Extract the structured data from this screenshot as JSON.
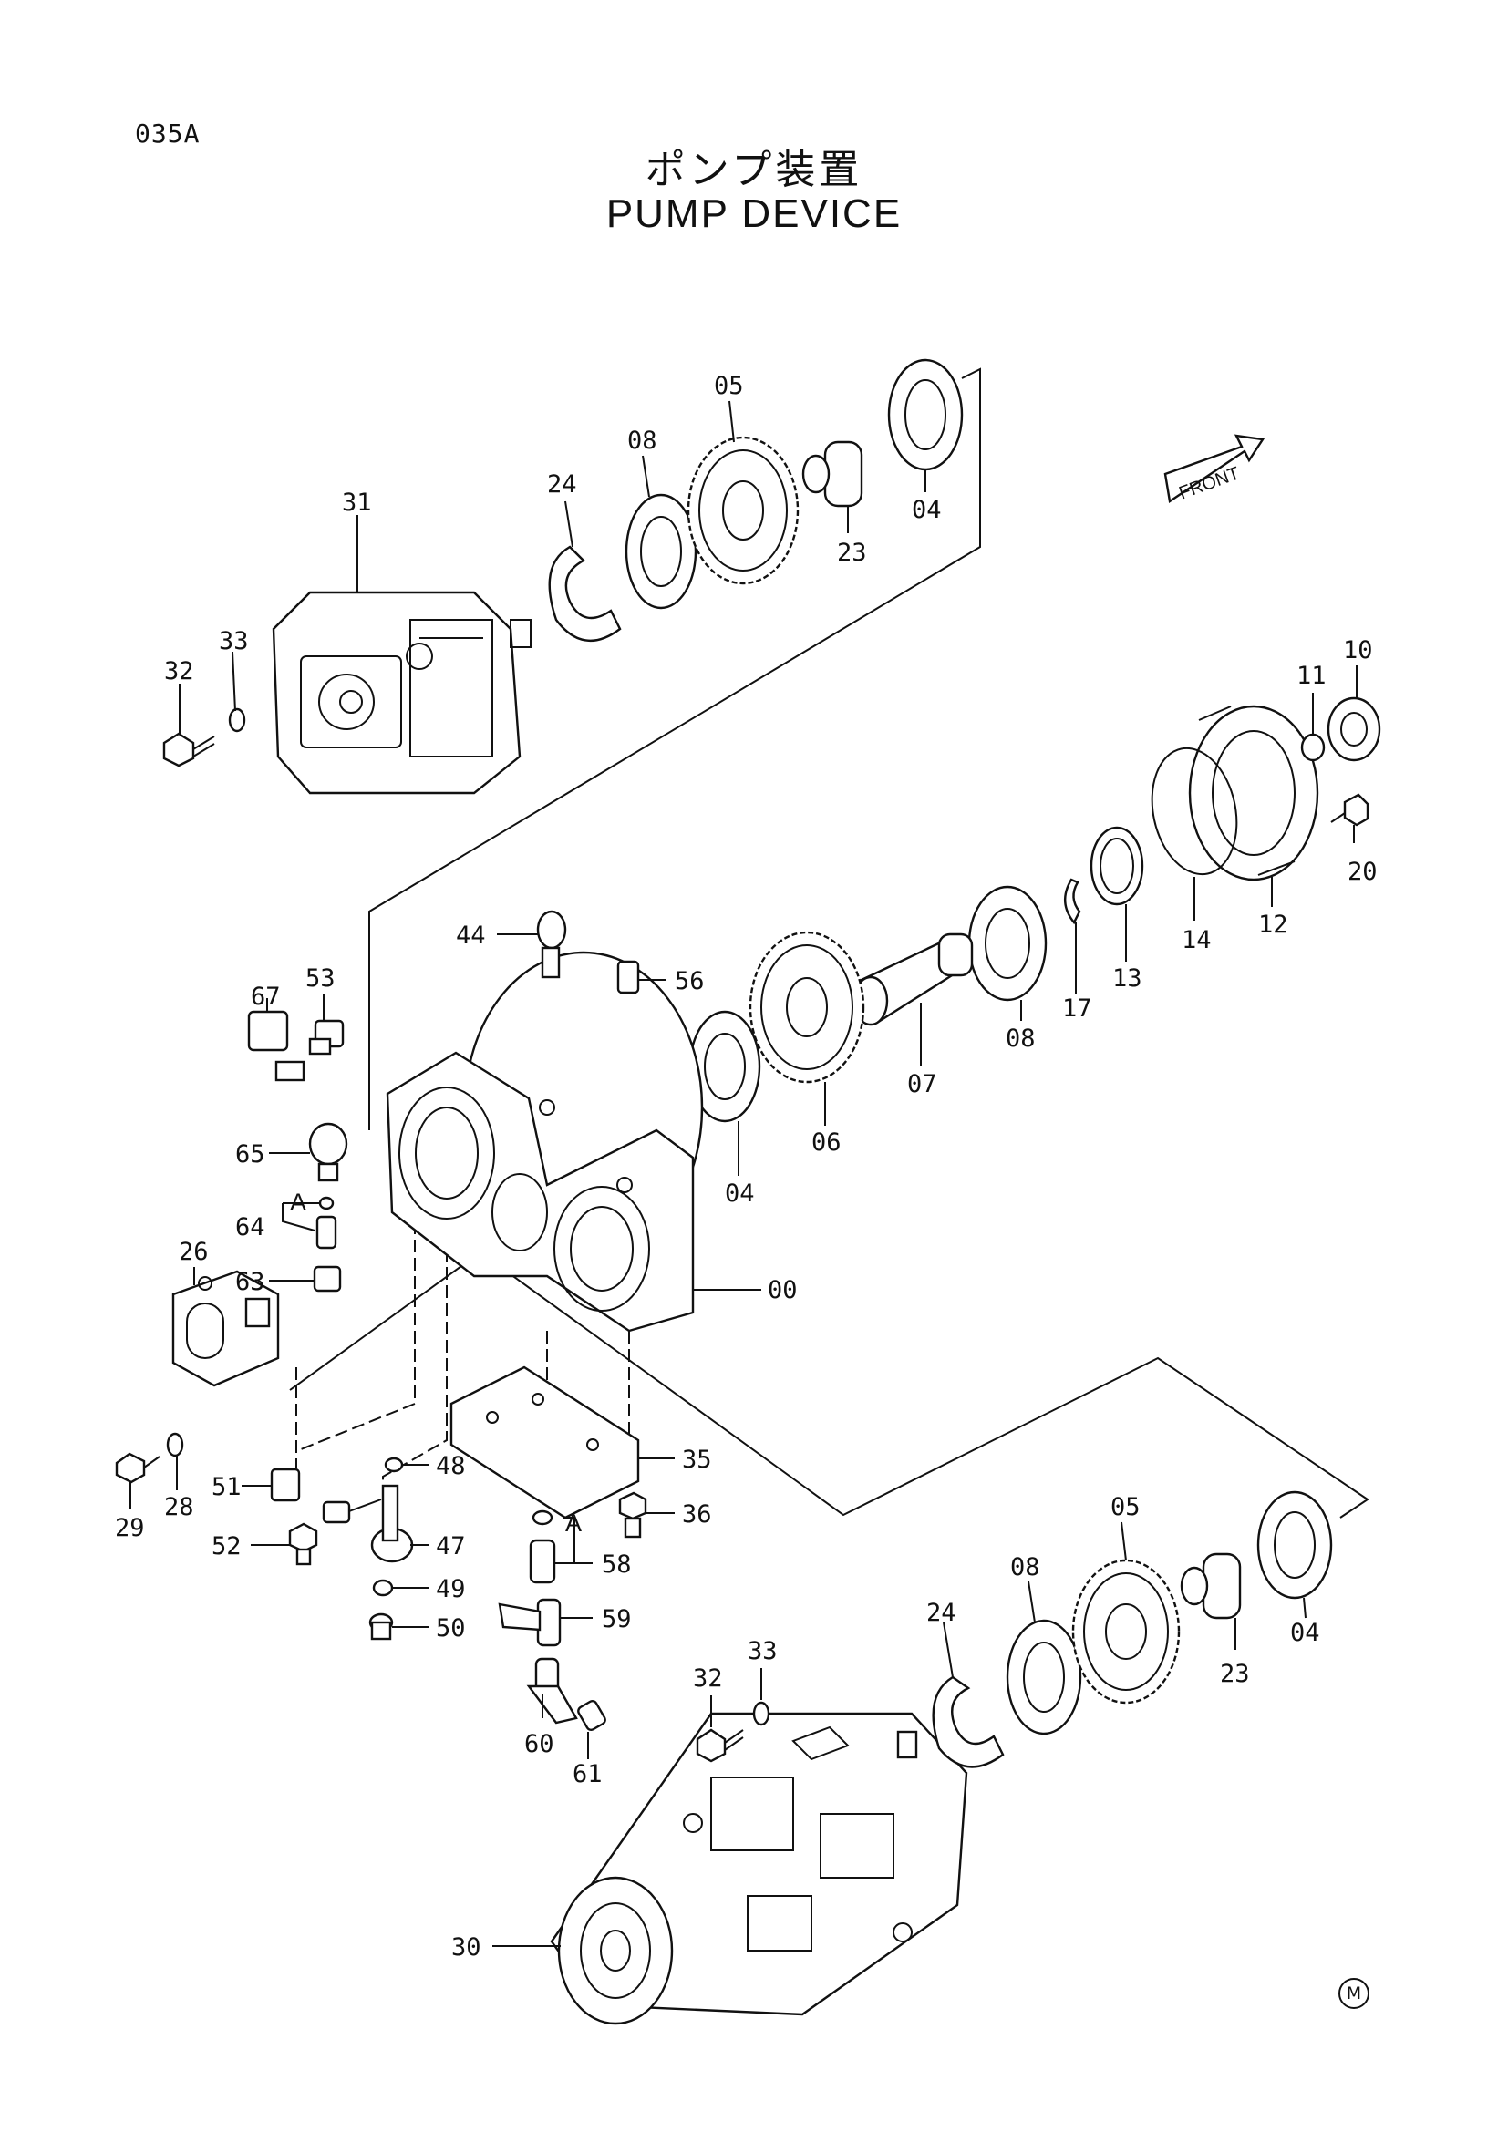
{
  "page_code": "035A",
  "title_ja": "ポンプ装置",
  "title_en": "PUMP DEVICE",
  "front_label": "FRONT",
  "corner_mark": "M",
  "detail_ref": "A",
  "part_labels": {
    "p00": "00",
    "p04a": "04",
    "p04b": "04",
    "p04c": "04",
    "p05a": "05",
    "p05b": "05",
    "p06": "06",
    "p07": "07",
    "p08a": "08",
    "p08b": "08",
    "p08c": "08",
    "p10": "10",
    "p11": "11",
    "p12": "12",
    "p13": "13",
    "p14": "14",
    "p17": "17",
    "p20": "20",
    "p23a": "23",
    "p23b": "23",
    "p24a": "24",
    "p24b": "24",
    "p26": "26",
    "p28": "28",
    "p29": "29",
    "p30": "30",
    "p31": "31",
    "p32a": "32",
    "p32b": "32",
    "p33a": "33",
    "p33b": "33",
    "p35": "35",
    "p36": "36",
    "p44": "44",
    "p47": "47",
    "p48": "48",
    "p49": "49",
    "p50": "50",
    "p51": "51",
    "p52": "52",
    "p53": "53",
    "p56": "56",
    "p58": "58",
    "p59": "59",
    "p60": "60",
    "p61": "61",
    "p63": "63",
    "p64": "64",
    "p65": "65",
    "p67": "67"
  }
}
